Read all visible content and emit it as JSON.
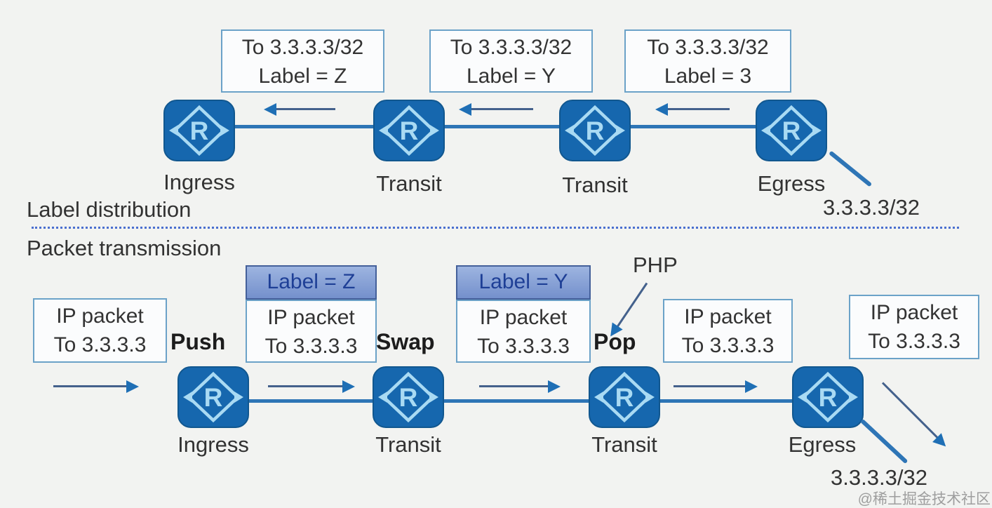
{
  "router_letter": "R",
  "top": {
    "title": "Label distribution",
    "adverts": [
      {
        "to": "To 3.3.3.3/32",
        "label": "Label = Z"
      },
      {
        "to": "To 3.3.3.3/32",
        "label": "Label = Y"
      },
      {
        "to": "To 3.3.3.3/32",
        "label": "Label = 3"
      }
    ],
    "routers": [
      {
        "label": "Ingress"
      },
      {
        "label": "Transit"
      },
      {
        "label": "Transit"
      },
      {
        "label": "Egress"
      }
    ],
    "destination": "3.3.3.3/32"
  },
  "bottom": {
    "title": "Packet transmission",
    "packets": [
      {
        "line1": "IP packet",
        "line2": "To 3.3.3.3"
      },
      {
        "header": "Label = Z",
        "line1": "IP packet",
        "line2": "To 3.3.3.3"
      },
      {
        "header": "Label = Y",
        "line1": "IP packet",
        "line2": "To 3.3.3.3"
      },
      {
        "line1": "IP packet",
        "line2": "To 3.3.3.3"
      },
      {
        "line1": "IP packet",
        "line2": "To 3.3.3.3"
      }
    ],
    "operations": {
      "push": "Push",
      "swap": "Swap",
      "pop": "Pop"
    },
    "php": "PHP",
    "routers": [
      {
        "label": "Ingress"
      },
      {
        "label": "Transit"
      },
      {
        "label": "Transit"
      },
      {
        "label": "Egress"
      }
    ],
    "destination": "3.3.3.3/32"
  },
  "watermark": "@稀土掘金技术社区",
  "colors": {
    "router_fill": "#1667ae",
    "router_glyph": "#a9daf3",
    "link_blue": "#2e75b6",
    "arrow_shaft": "#44618c",
    "arrow_head": "#1f6fb5",
    "box_border": "#6ba2c8",
    "tag_bg": "#7e9cd3",
    "tag_text": "#1e3f96",
    "divider": "#4a6fd0",
    "text": "#323232"
  }
}
